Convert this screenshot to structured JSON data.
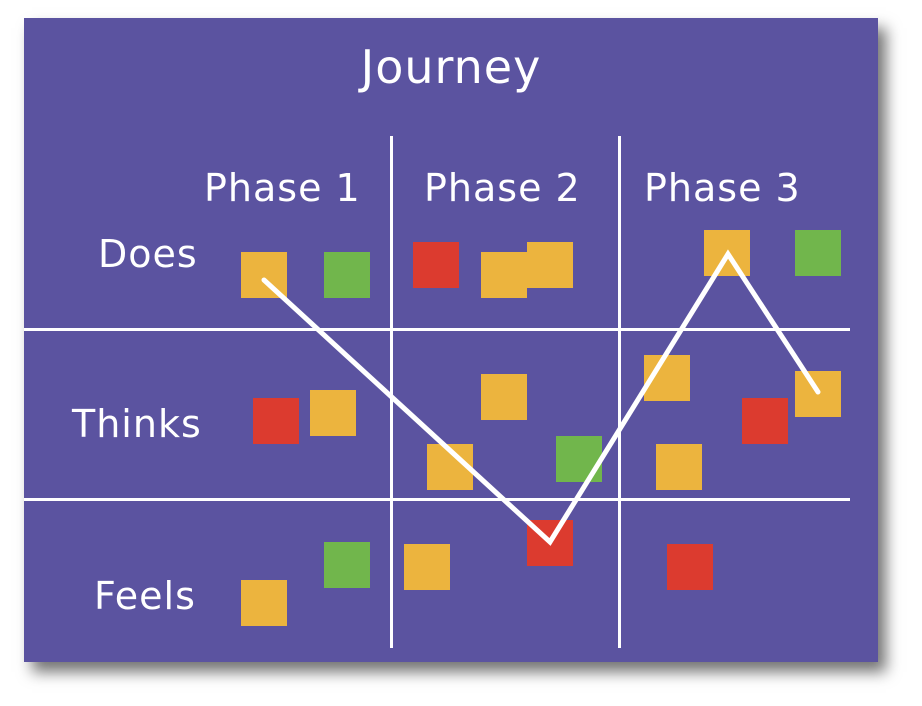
{
  "title": "Journey",
  "phases": [
    "Phase 1",
    "Phase 2",
    "Phase 3"
  ],
  "rows": [
    "Does",
    "Thinks",
    "Feels"
  ],
  "colors": {
    "board": "#5b53a0",
    "orange": "#ecb43e",
    "green": "#71b64c",
    "red": "#dc3b2f",
    "line": "#ffffff"
  }
}
